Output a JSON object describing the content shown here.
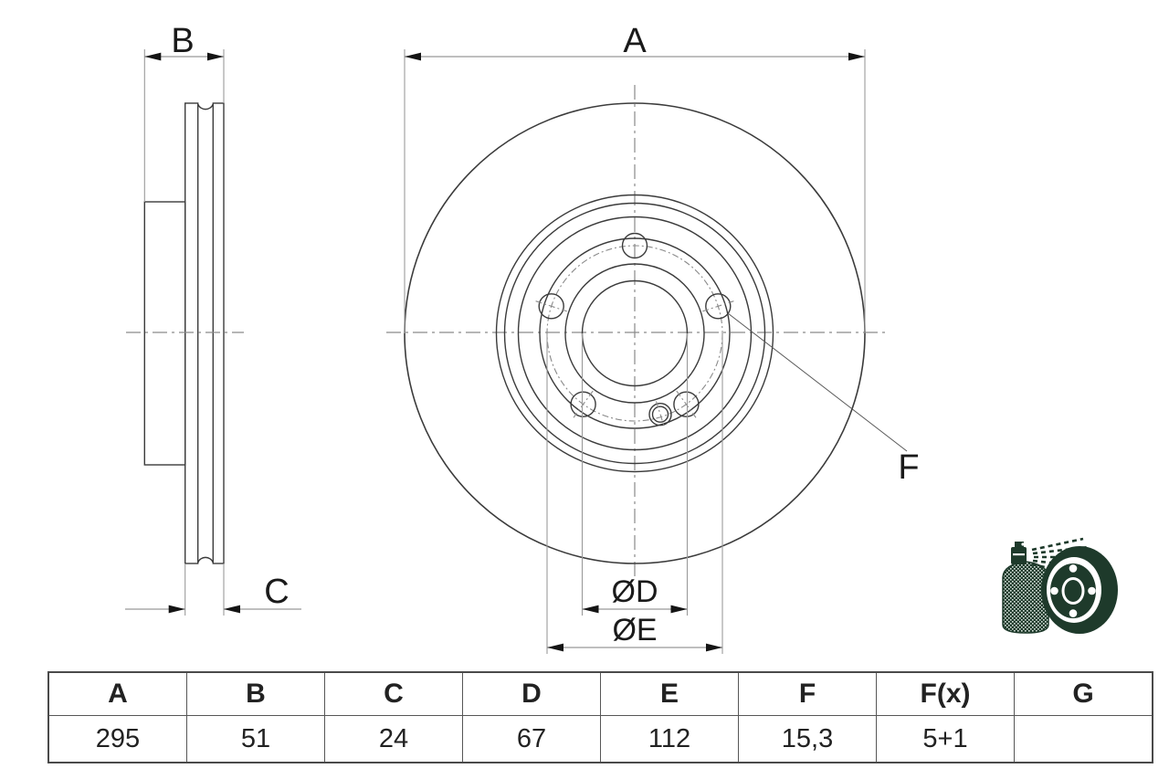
{
  "drawing": {
    "dim_labels": {
      "A": "A",
      "B": "B",
      "C": "C",
      "F": "F",
      "D": "ØD",
      "E": "ØE"
    }
  },
  "table": {
    "headers": [
      "A",
      "B",
      "C",
      "D",
      "E",
      "F",
      "F(x)",
      "G"
    ],
    "values": [
      "295",
      "51",
      "24",
      "67",
      "112",
      "15,3",
      "5+1",
      ""
    ]
  },
  "icon": {
    "name": "spray-coated-brake-disc",
    "color": "#1e3a2b"
  },
  "colors": {
    "outline": "#3b3b3b",
    "dimension_line": "#999999",
    "centerline": "#8a8a8a",
    "arrowhead": "#141414",
    "text": "#1a1a1a",
    "table_border": "#555555",
    "background": "#ffffff"
  }
}
